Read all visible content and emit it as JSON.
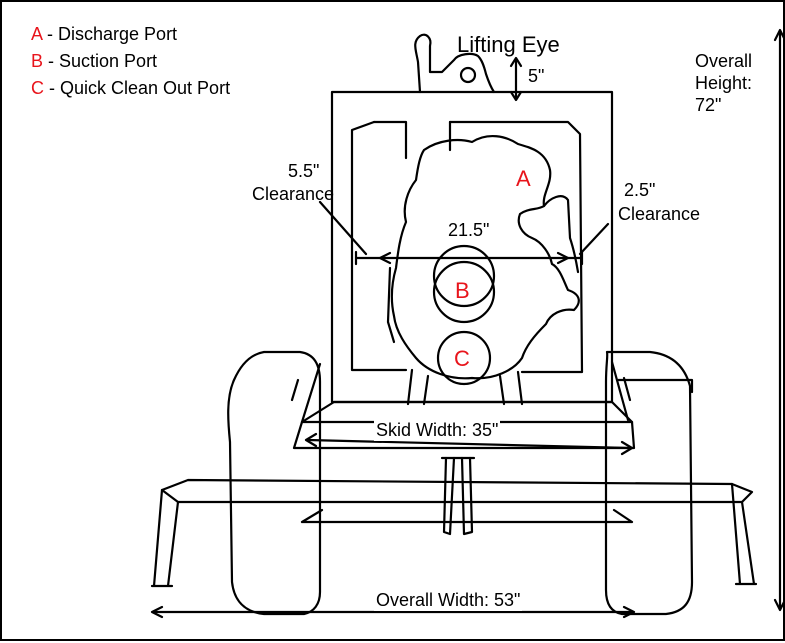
{
  "legend": [
    {
      "key": "A",
      "text": " - Discharge Port"
    },
    {
      "key": "B",
      "text": " - Suction Port"
    },
    {
      "key": "C",
      "text": " - Quick Clean Out Port"
    }
  ],
  "labels": {
    "lifting_eye": "Lifting Eye",
    "eye_clearance": "5\"",
    "overall_height_1": "Overall",
    "overall_height_2": "Height:",
    "overall_height_3": "72\"",
    "left_clear_value": "5.5\"",
    "left_clear_word": "Clearance",
    "right_clear_value": "2.5\"",
    "right_clear_word": "Clearance",
    "inner_width": "21.5\"",
    "skid_width": "Skid Width: 35\"",
    "overall_width": "Overall Width: 53\""
  },
  "ports": {
    "a": "A",
    "b": "B",
    "c": "C"
  },
  "colors": {
    "port_letters": "#e8141b",
    "outline": "#000000"
  }
}
